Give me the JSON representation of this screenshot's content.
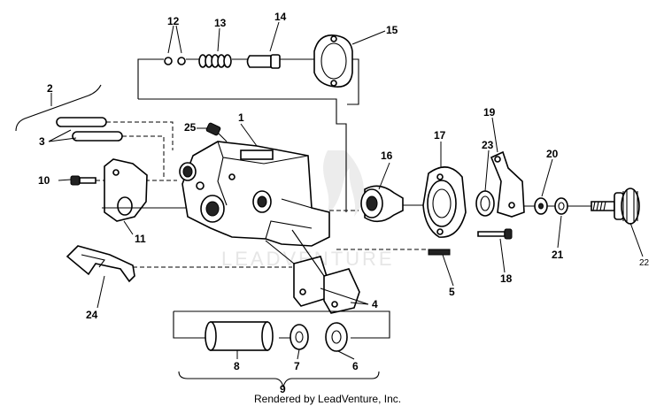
{
  "callouts": {
    "c1": "1",
    "c2": "2",
    "c3": "3",
    "c4": "4",
    "c5": "5",
    "c6": "6",
    "c7": "7",
    "c8": "8",
    "c9": "9",
    "c10": "10",
    "c11": "11",
    "c12": "12",
    "c13": "13",
    "c14": "14",
    "c15": "15",
    "c16": "16",
    "c17": "17",
    "c18": "18",
    "c19": "19",
    "c20": "20",
    "c21": "21",
    "c22": "22",
    "c23": "23",
    "c24": "24",
    "c25": "25"
  },
  "watermark": "LEADVENTURE",
  "footer": "Rendered by LeadVenture, Inc."
}
